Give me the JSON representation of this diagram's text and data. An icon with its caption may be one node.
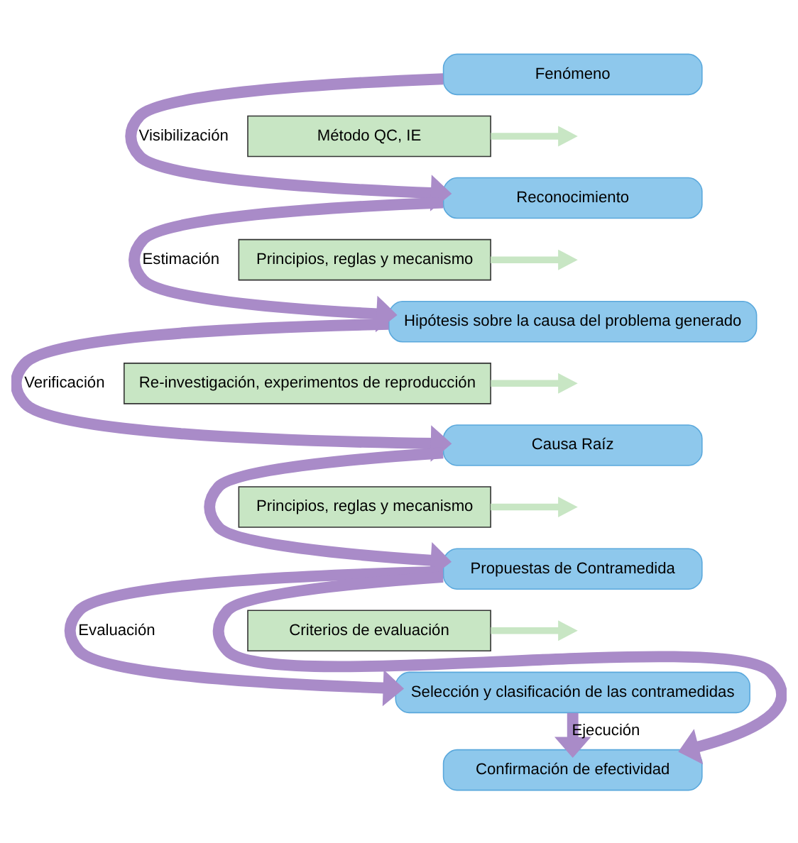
{
  "diagram": {
    "nodes": [
      {
        "text": [
          "Fenómeno"
        ]
      },
      {
        "text": [
          "Reconocimiento"
        ]
      },
      {
        "text": [
          "Hipótesis sobre la causa del problema generado"
        ]
      },
      {
        "text": [
          "Causa Raíz"
        ]
      },
      {
        "text": [
          "Propuestas de Contramedida"
        ]
      },
      {
        "text": [
          "Selección y clasificación de las contramedidas"
        ]
      },
      {
        "text": [
          "Confirmación de efectividad"
        ]
      },
      {
        "text": [
          "Método QC, IE"
        ]
      },
      {
        "text": [
          "Principios, reglas y mecanismo"
        ]
      },
      {
        "text": [
          "Re-investigación, experimentos de reproducción"
        ]
      },
      {
        "text": [
          "Principios, reglas y mecanismo"
        ]
      },
      {
        "text": [
          "Criterios de evaluación"
        ]
      }
    ],
    "edges": [
      {
        "from": 0,
        "to": 1,
        "arrow": "to",
        "label": "Visibilización"
      },
      {
        "from": 1,
        "to": 2,
        "arrow": "to",
        "label": "Estimación"
      },
      {
        "from": 2,
        "to": 3,
        "arrow": "to",
        "label": "Verificación"
      },
      {
        "from": 3,
        "to": 4,
        "arrow": "to"
      },
      {
        "from": 4,
        "to": 5,
        "arrow": "to",
        "label": "Evaluación"
      },
      {
        "from": 5,
        "to": 6,
        "arrow": "to",
        "label": "Ejecución"
      },
      {
        "from": 4,
        "to": 6,
        "arrow": "to"
      },
      {
        "from": 7,
        "to": null,
        "arrow": "to",
        "color": "#c8e6c4"
      },
      {
        "from": 8,
        "to": null,
        "arrow": "to",
        "color": "#c8e6c4"
      },
      {
        "from": 9,
        "to": null,
        "arrow": "to",
        "color": "#c8e6c4"
      },
      {
        "from": 10,
        "to": null,
        "arrow": "to",
        "color": "#c8e6c4"
      },
      {
        "from": 11,
        "to": null,
        "arrow": "to",
        "color": "#c8e6c4"
      }
    ]
  }
}
